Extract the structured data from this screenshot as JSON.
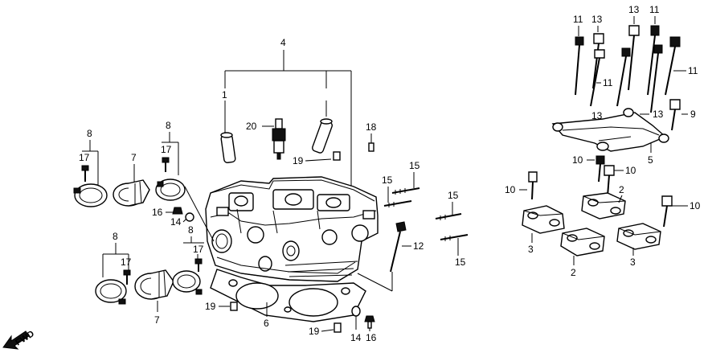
{
  "diagram": {
    "direction_arrow": "FWD",
    "callouts": {
      "c4": "4",
      "c1": "1",
      "c20": "20",
      "c18": "18",
      "c19a": "19",
      "c19b": "19",
      "c19c": "19",
      "c8a": "8",
      "c8b": "8",
      "c8c": "8",
      "c8d": "8",
      "c17a": "17",
      "c17b": "17",
      "c17c": "17",
      "c17d": "17",
      "c7a": "7",
      "c7b": "7",
      "c16a": "16",
      "c16b": "16",
      "c14a": "14",
      "c14b": "14",
      "c15a": "15",
      "c15b": "15",
      "c15c": "15",
      "c15d": "15",
      "c12": "12",
      "c6": "6",
      "c11a": "11",
      "c11b": "11",
      "c11c": "11",
      "c11d": "11",
      "c13a": "13",
      "c13b": "13",
      "c13c": "13",
      "c13d": "13",
      "c9": "9",
      "c5": "5",
      "c10a": "10",
      "c10b": "10",
      "c10c": "10",
      "c10d": "10",
      "c2a": "2",
      "c2b": "2",
      "c3a": "3",
      "c3b": "3"
    }
  }
}
